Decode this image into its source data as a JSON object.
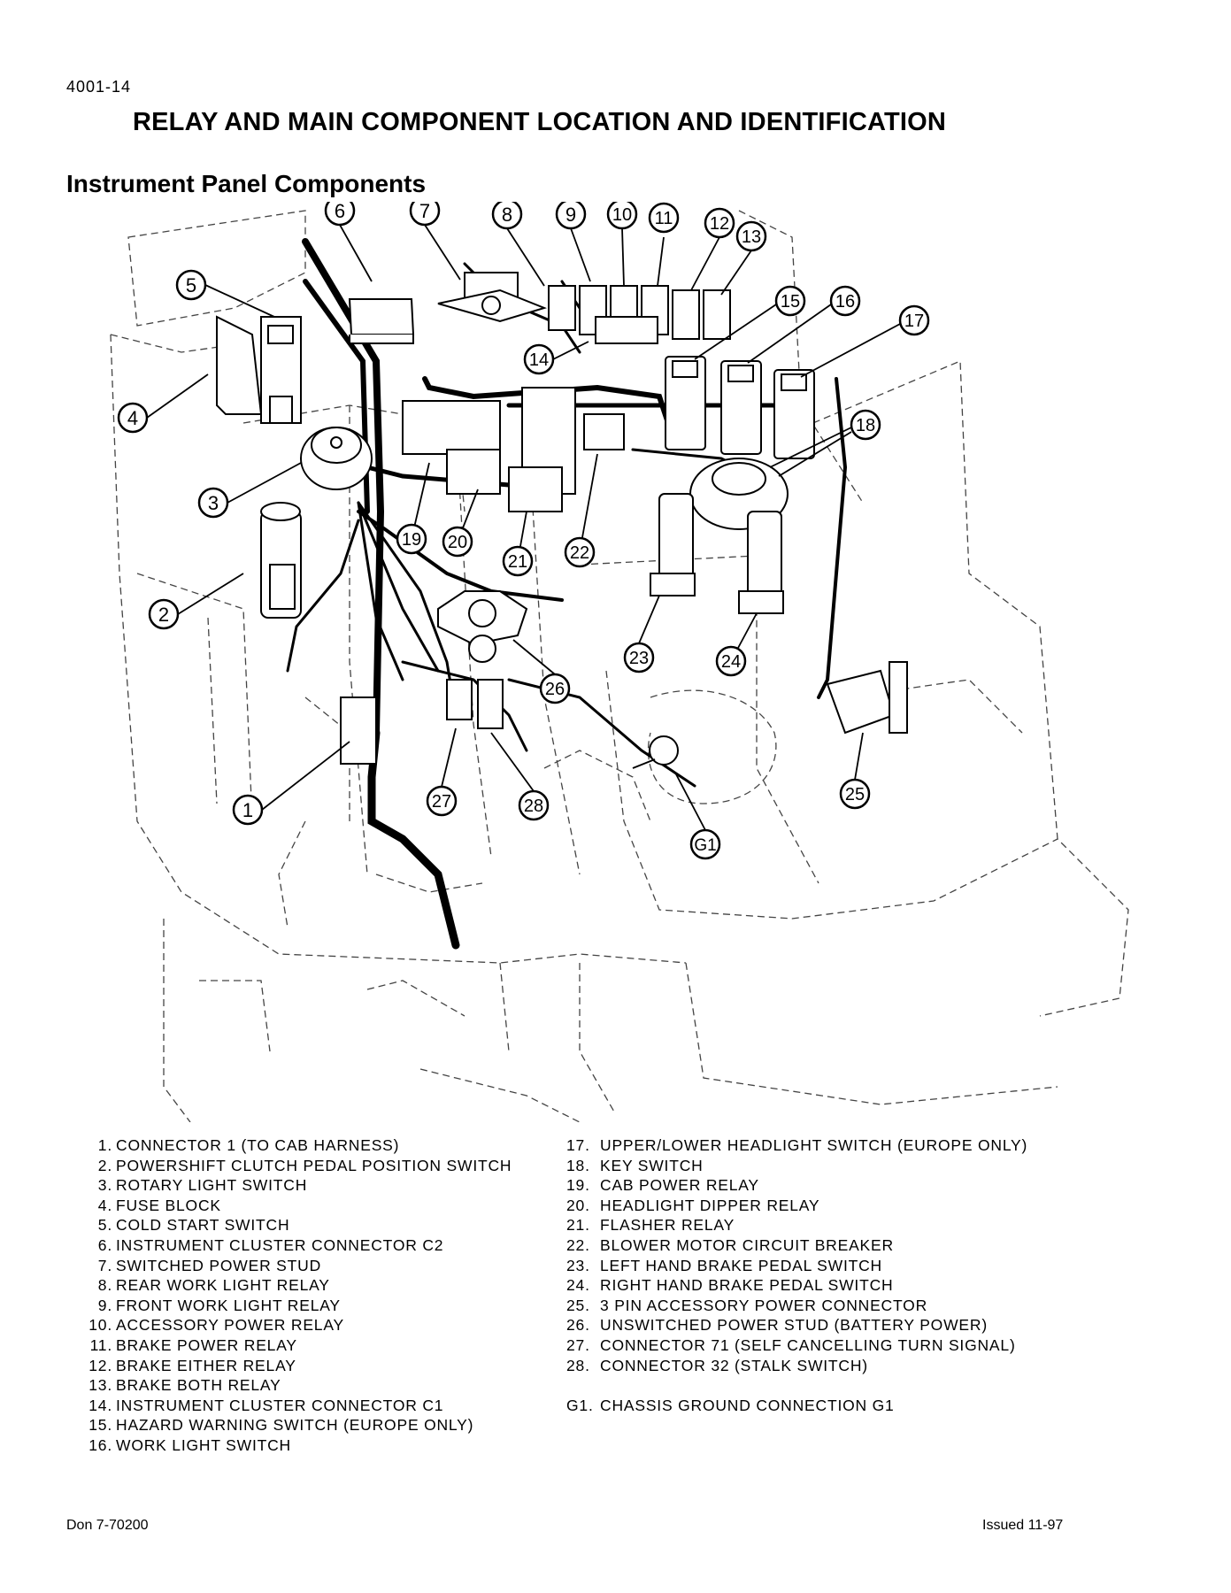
{
  "page_number": "4001-14",
  "title": "RELAY AND MAIN COMPONENT LOCATION AND IDENTIFICATION",
  "subtitle": "Instrument Panel Components",
  "callouts": {
    "c1": "1",
    "c2": "2",
    "c3": "3",
    "c4": "4",
    "c5": "5",
    "c6": "6",
    "c7": "7",
    "c8": "8",
    "c9": "9",
    "c10": "10",
    "c11": "11",
    "c12": "12",
    "c13": "13",
    "c14": "14",
    "c15": "15",
    "c16": "16",
    "c17": "17",
    "c18": "18",
    "c19": "19",
    "c20": "20",
    "c21": "21",
    "c22": "22",
    "c23": "23",
    "c24": "24",
    "c25": "25",
    "c26": "26",
    "c27": "27",
    "c28": "28",
    "g1": "G1"
  },
  "legend_left": [
    {
      "num": "1.",
      "text": "CONNECTOR 1 (TO CAB HARNESS)"
    },
    {
      "num": "2.",
      "text": "POWERSHIFT CLUTCH PEDAL POSITION SWITCH"
    },
    {
      "num": "3.",
      "text": "ROTARY LIGHT SWITCH"
    },
    {
      "num": "4.",
      "text": "FUSE BLOCK"
    },
    {
      "num": "5.",
      "text": "COLD START SWITCH"
    },
    {
      "num": "6.",
      "text": "INSTRUMENT CLUSTER CONNECTOR C2"
    },
    {
      "num": "7.",
      "text": "SWITCHED POWER STUD"
    },
    {
      "num": "8.",
      "text": "REAR WORK LIGHT RELAY"
    },
    {
      "num": "9.",
      "text": "FRONT WORK LIGHT RELAY"
    },
    {
      "num": "10.",
      "text": "ACCESSORY POWER RELAY"
    },
    {
      "num": "11.",
      "text": "BRAKE POWER RELAY"
    },
    {
      "num": "12.",
      "text": "BRAKE EITHER RELAY"
    },
    {
      "num": "13.",
      "text": "BRAKE BOTH RELAY"
    },
    {
      "num": "14.",
      "text": "INSTRUMENT CLUSTER CONNECTOR C1"
    },
    {
      "num": "15.",
      "text": "HAZARD WARNING SWITCH (EUROPE ONLY)"
    },
    {
      "num": "16.",
      "text": "WORK LIGHT SWITCH"
    }
  ],
  "legend_right": [
    {
      "num": "17.",
      "text": "UPPER/LOWER HEADLIGHT SWITCH (EUROPE ONLY)"
    },
    {
      "num": "18.",
      "text": "KEY SWITCH"
    },
    {
      "num": "19.",
      "text": "CAB POWER RELAY"
    },
    {
      "num": "20.",
      "text": "HEADLIGHT DIPPER RELAY"
    },
    {
      "num": "21.",
      "text": "FLASHER RELAY"
    },
    {
      "num": "22.",
      "text": "BLOWER MOTOR CIRCUIT BREAKER"
    },
    {
      "num": "23.",
      "text": "LEFT HAND BRAKE PEDAL SWITCH"
    },
    {
      "num": "24.",
      "text": "RIGHT HAND BRAKE PEDAL SWITCH"
    },
    {
      "num": "25.",
      "text": "3 PIN ACCESSORY POWER CONNECTOR"
    },
    {
      "num": "26.",
      "text": "UNSWITCHED POWER STUD (BATTERY POWER)"
    },
    {
      "num": "27.",
      "text": "CONNECTOR 71 (SELF CANCELLING TURN SIGNAL)"
    },
    {
      "num": "28.",
      "text": "CONNECTOR 32 (STALK SWITCH)"
    }
  ],
  "legend_g1": {
    "num": "G1.",
    "text": "CHASSIS GROUND CONNECTION G1"
  },
  "footer_left": "Don 7-70200",
  "footer_right": "Issued 11-97"
}
